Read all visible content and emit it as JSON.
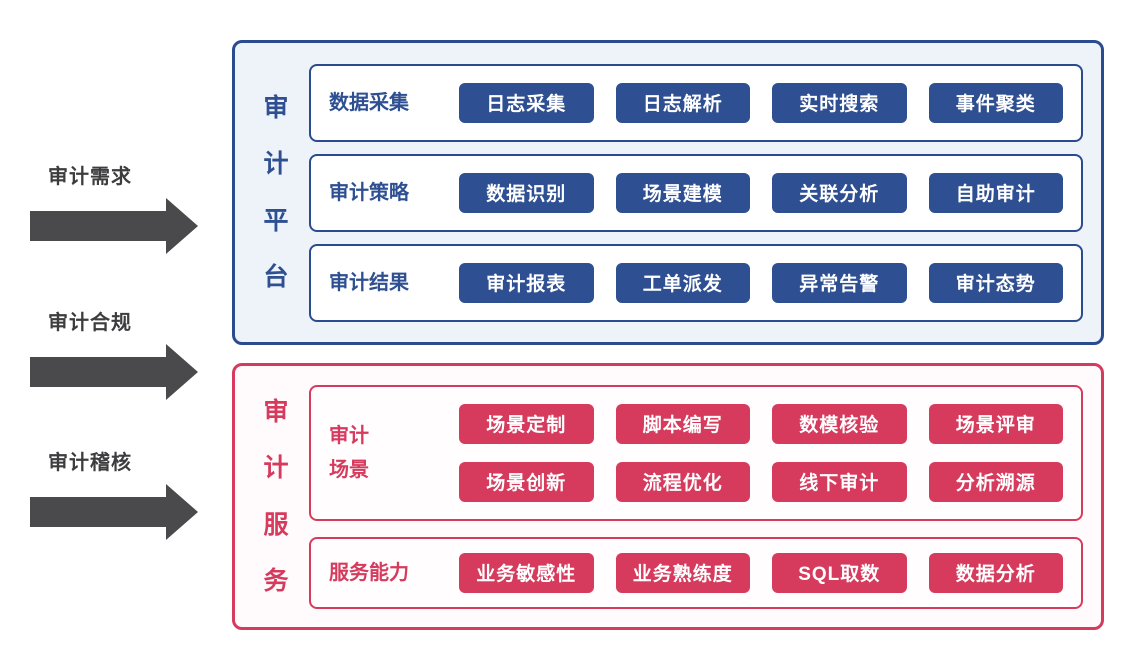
{
  "colors": {
    "blue_accent": "#2e4f91",
    "blue_border": "#2a4c8f",
    "blue_panel_bg": "#eef2f9",
    "red_accent": "#d63b5e",
    "arrow_gray": "#4a4a4c"
  },
  "flows": [
    {
      "label": "审计需求"
    },
    {
      "label": "审计合规"
    },
    {
      "label": "审计稽核"
    }
  ],
  "platform": {
    "title": "审计平台",
    "rows": [
      {
        "label": "数据采集",
        "items": [
          "日志采集",
          "日志解析",
          "实时搜索",
          "事件聚类"
        ]
      },
      {
        "label": "审计策略",
        "items": [
          "数据识别",
          "场景建模",
          "关联分析",
          "自助审计"
        ]
      },
      {
        "label": "审计结果",
        "items": [
          "审计报表",
          "工单派发",
          "异常告警",
          "审计态势"
        ]
      }
    ]
  },
  "service": {
    "title": "审计服务",
    "scene": {
      "label": "审计\n场景",
      "rows": [
        [
          "场景定制",
          "脚本编写",
          "数模核验",
          "场景评审"
        ],
        [
          "场景创新",
          "流程优化",
          "线下审计",
          "分析溯源"
        ]
      ]
    },
    "capability": {
      "label": "服务能力",
      "items": [
        "业务敏感性",
        "业务熟练度",
        "SQL取数",
        "数据分析"
      ]
    }
  }
}
